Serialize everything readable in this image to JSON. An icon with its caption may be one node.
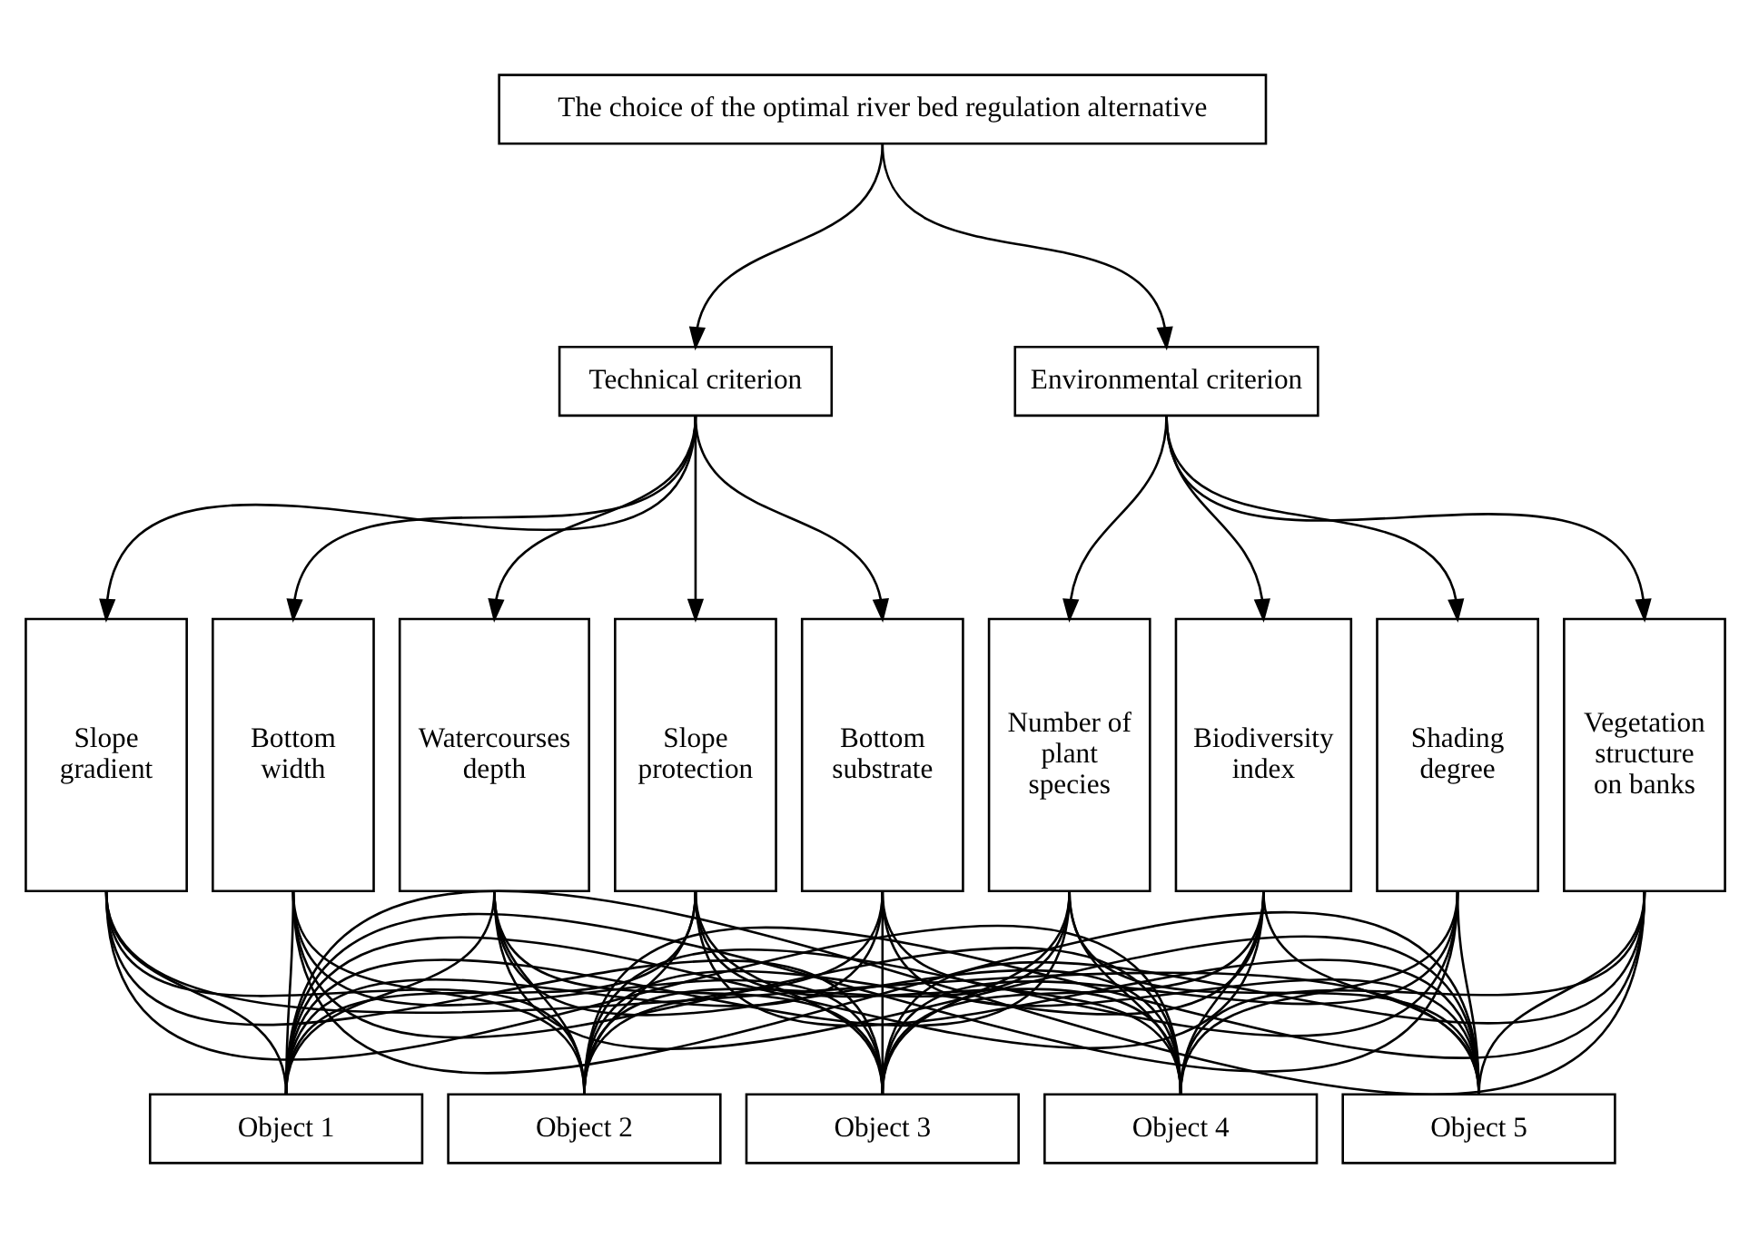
{
  "diagram": {
    "nodes": [
      {
        "text": [
          "The choice of the optimal river bed regulation alternative"
        ]
      },
      {
        "text": [
          "Technical criterion"
        ]
      },
      {
        "text": [
          "Environmental criterion"
        ]
      },
      {
        "text": [
          "Slope gradient"
        ]
      },
      {
        "text": [
          "Bottom width"
        ]
      },
      {
        "text": [
          "Watercourses depth"
        ]
      },
      {
        "text": [
          "Slope protection"
        ]
      },
      {
        "text": [
          "Bottom substrate"
        ]
      },
      {
        "text": [
          "Number of plant species"
        ]
      },
      {
        "text": [
          "Biodiversity index"
        ]
      },
      {
        "text": [
          "Shading degree"
        ]
      },
      {
        "text": [
          "Vegetation structure on banks"
        ]
      },
      {
        "text": [
          "Object 1"
        ]
      },
      {
        "text": [
          "Object 2"
        ]
      },
      {
        "text": [
          "Object 3"
        ]
      },
      {
        "text": [
          "Object 4"
        ]
      },
      {
        "text": [
          "Object 5"
        ]
      }
    ],
    "edges": [
      {
        "from": 0,
        "to": 1,
        "arrow": "to"
      },
      {
        "from": 0,
        "to": 2,
        "arrow": "to"
      },
      {
        "from": 1,
        "to": 3,
        "arrow": "to"
      },
      {
        "from": 1,
        "to": 4,
        "arrow": "to"
      },
      {
        "from": 1,
        "to": 5,
        "arrow": "to"
      },
      {
        "from": 1,
        "to": 6,
        "arrow": "to"
      },
      {
        "from": 1,
        "to": 7,
        "arrow": "to"
      },
      {
        "from": 2,
        "to": 8,
        "arrow": "to"
      },
      {
        "from": 2,
        "to": 9,
        "arrow": "to"
      },
      {
        "from": 2,
        "to": 10,
        "arrow": "to"
      },
      {
        "from": 2,
        "to": 11,
        "arrow": "to"
      },
      {
        "from": 3,
        "to": 12,
        "arrow": "none"
      },
      {
        "from": 3,
        "to": 13,
        "arrow": "none"
      },
      {
        "from": 3,
        "to": 14,
        "arrow": "none"
      },
      {
        "from": 3,
        "to": 15,
        "arrow": "none"
      },
      {
        "from": 3,
        "to": 16,
        "arrow": "none"
      },
      {
        "from": 4,
        "to": 12,
        "arrow": "none"
      },
      {
        "from": 4,
        "to": 13,
        "arrow": "none"
      },
      {
        "from": 4,
        "to": 14,
        "arrow": "none"
      },
      {
        "from": 4,
        "to": 15,
        "arrow": "none"
      },
      {
        "from": 4,
        "to": 16,
        "arrow": "none"
      },
      {
        "from": 5,
        "to": 12,
        "arrow": "none"
      },
      {
        "from": 5,
        "to": 13,
        "arrow": "none"
      },
      {
        "from": 5,
        "to": 14,
        "arrow": "none"
      },
      {
        "from": 5,
        "to": 15,
        "arrow": "none"
      },
      {
        "from": 5,
        "to": 16,
        "arrow": "none"
      },
      {
        "from": 6,
        "to": 12,
        "arrow": "none"
      },
      {
        "from": 6,
        "to": 13,
        "arrow": "none"
      },
      {
        "from": 6,
        "to": 14,
        "arrow": "none"
      },
      {
        "from": 6,
        "to": 15,
        "arrow": "none"
      },
      {
        "from": 6,
        "to": 16,
        "arrow": "none"
      },
      {
        "from": 7,
        "to": 12,
        "arrow": "none"
      },
      {
        "from": 7,
        "to": 13,
        "arrow": "none"
      },
      {
        "from": 7,
        "to": 14,
        "arrow": "none"
      },
      {
        "from": 7,
        "to": 15,
        "arrow": "none"
      },
      {
        "from": 7,
        "to": 16,
        "arrow": "none"
      },
      {
        "from": 8,
        "to": 12,
        "arrow": "none"
      },
      {
        "from": 8,
        "to": 13,
        "arrow": "none"
      },
      {
        "from": 8,
        "to": 14,
        "arrow": "none"
      },
      {
        "from": 8,
        "to": 15,
        "arrow": "none"
      },
      {
        "from": 8,
        "to": 16,
        "arrow": "none"
      },
      {
        "from": 9,
        "to": 12,
        "arrow": "none"
      },
      {
        "from": 9,
        "to": 13,
        "arrow": "none"
      },
      {
        "from": 9,
        "to": 14,
        "arrow": "none"
      },
      {
        "from": 9,
        "to": 15,
        "arrow": "none"
      },
      {
        "from": 9,
        "to": 16,
        "arrow": "none"
      },
      {
        "from": 10,
        "to": 12,
        "arrow": "none"
      },
      {
        "from": 10,
        "to": 13,
        "arrow": "none"
      },
      {
        "from": 10,
        "to": 14,
        "arrow": "none"
      },
      {
        "from": 10,
        "to": 15,
        "arrow": "none"
      },
      {
        "from": 10,
        "to": 16,
        "arrow": "none"
      },
      {
        "from": 11,
        "to": 12,
        "arrow": "none"
      },
      {
        "from": 11,
        "to": 13,
        "arrow": "none"
      },
      {
        "from": 11,
        "to": 14,
        "arrow": "none"
      },
      {
        "from": 11,
        "to": 15,
        "arrow": "none"
      },
      {
        "from": 11,
        "to": 16,
        "arrow": "none"
      }
    ]
  }
}
